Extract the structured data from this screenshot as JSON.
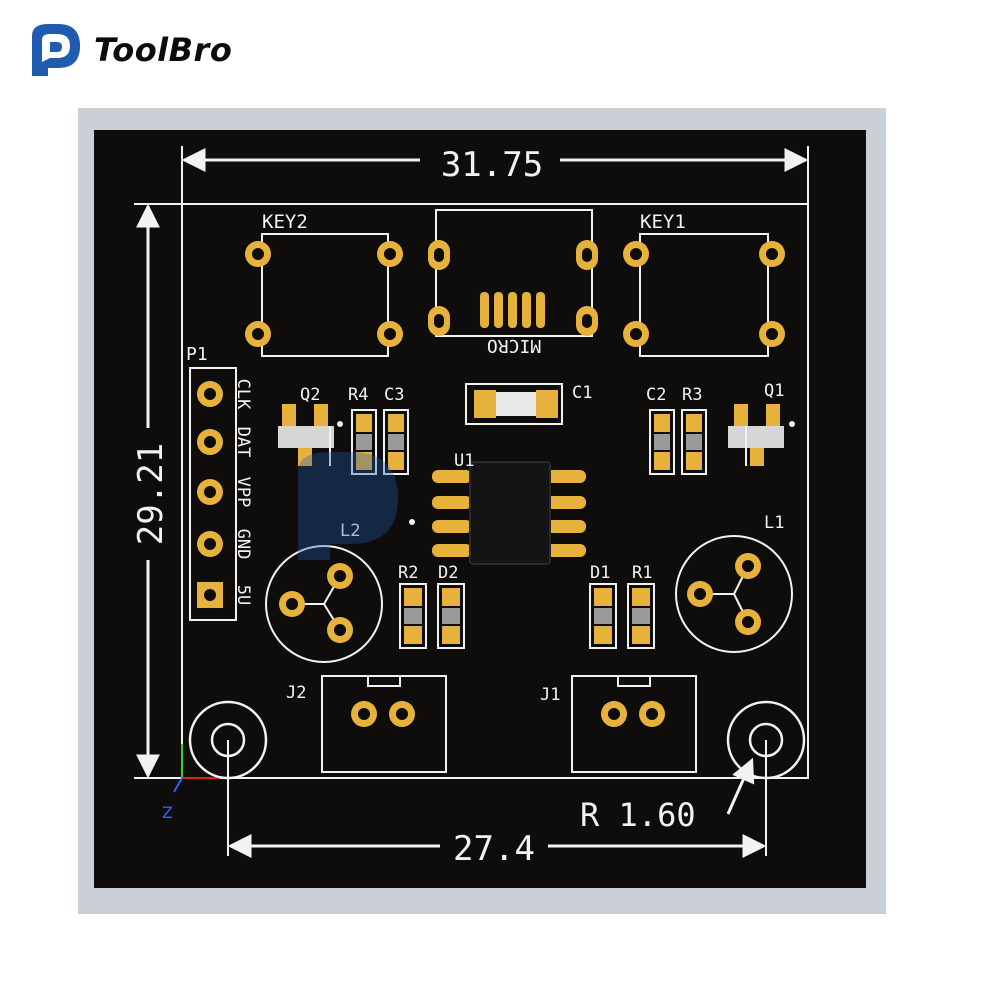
{
  "brand": {
    "name": "ToolBro",
    "logo_icon": "toolbro-p-logo",
    "colors": {
      "blue": "#1f5bb0",
      "text": "#0c0c0c"
    }
  },
  "pcb": {
    "colors": {
      "board": "#0e0d0b",
      "frame": "#cbd0d6",
      "silk": "#f2f2f2",
      "pad": "#e6b23c",
      "chip": "#141414"
    },
    "dimensions": {
      "width_label": "31.75",
      "height_label": "29.21",
      "hole_spacing_label": "27.4",
      "radius_label": "R 1.60"
    },
    "designators": {
      "key1": "KEY1",
      "key2": "KEY2",
      "p1": "P1",
      "q1": "Q1",
      "q2": "Q2",
      "r1": "R1",
      "r2": "R2",
      "r3": "R3",
      "r4": "R4",
      "c1": "C1",
      "c2": "C2",
      "c3": "C3",
      "d1": "D1",
      "d2": "D2",
      "l1": "L1",
      "l2": "L2",
      "u1": "U1",
      "j1": "J1",
      "j2": "J2",
      "micro": "MICRO"
    },
    "pin_labels": [
      "CLK",
      "DAT",
      "VPP",
      "GND",
      "5U"
    ],
    "axis_label": "Z"
  }
}
